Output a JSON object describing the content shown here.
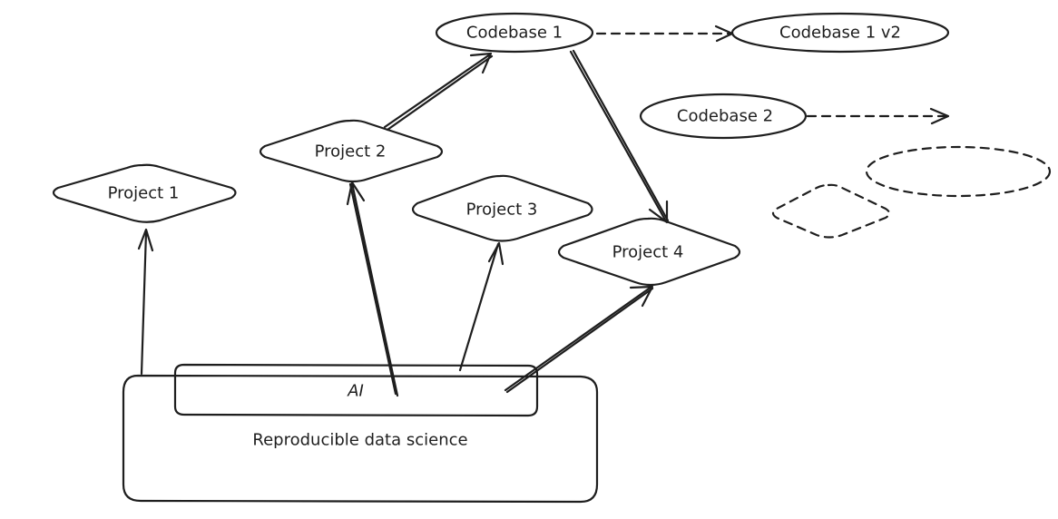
{
  "nodes": {
    "codebase1": "Codebase 1",
    "codebase1v2": "Codebase 1 v2",
    "codebase2": "Codebase 2",
    "project1": "Project 1",
    "project2": "Project 2",
    "project3": "Project 3",
    "project4": "Project 4",
    "ai": "AI",
    "reproducible": "Reproducible data science"
  },
  "colors": {
    "stroke": "#1e1e1e",
    "background": "#ffffff"
  }
}
